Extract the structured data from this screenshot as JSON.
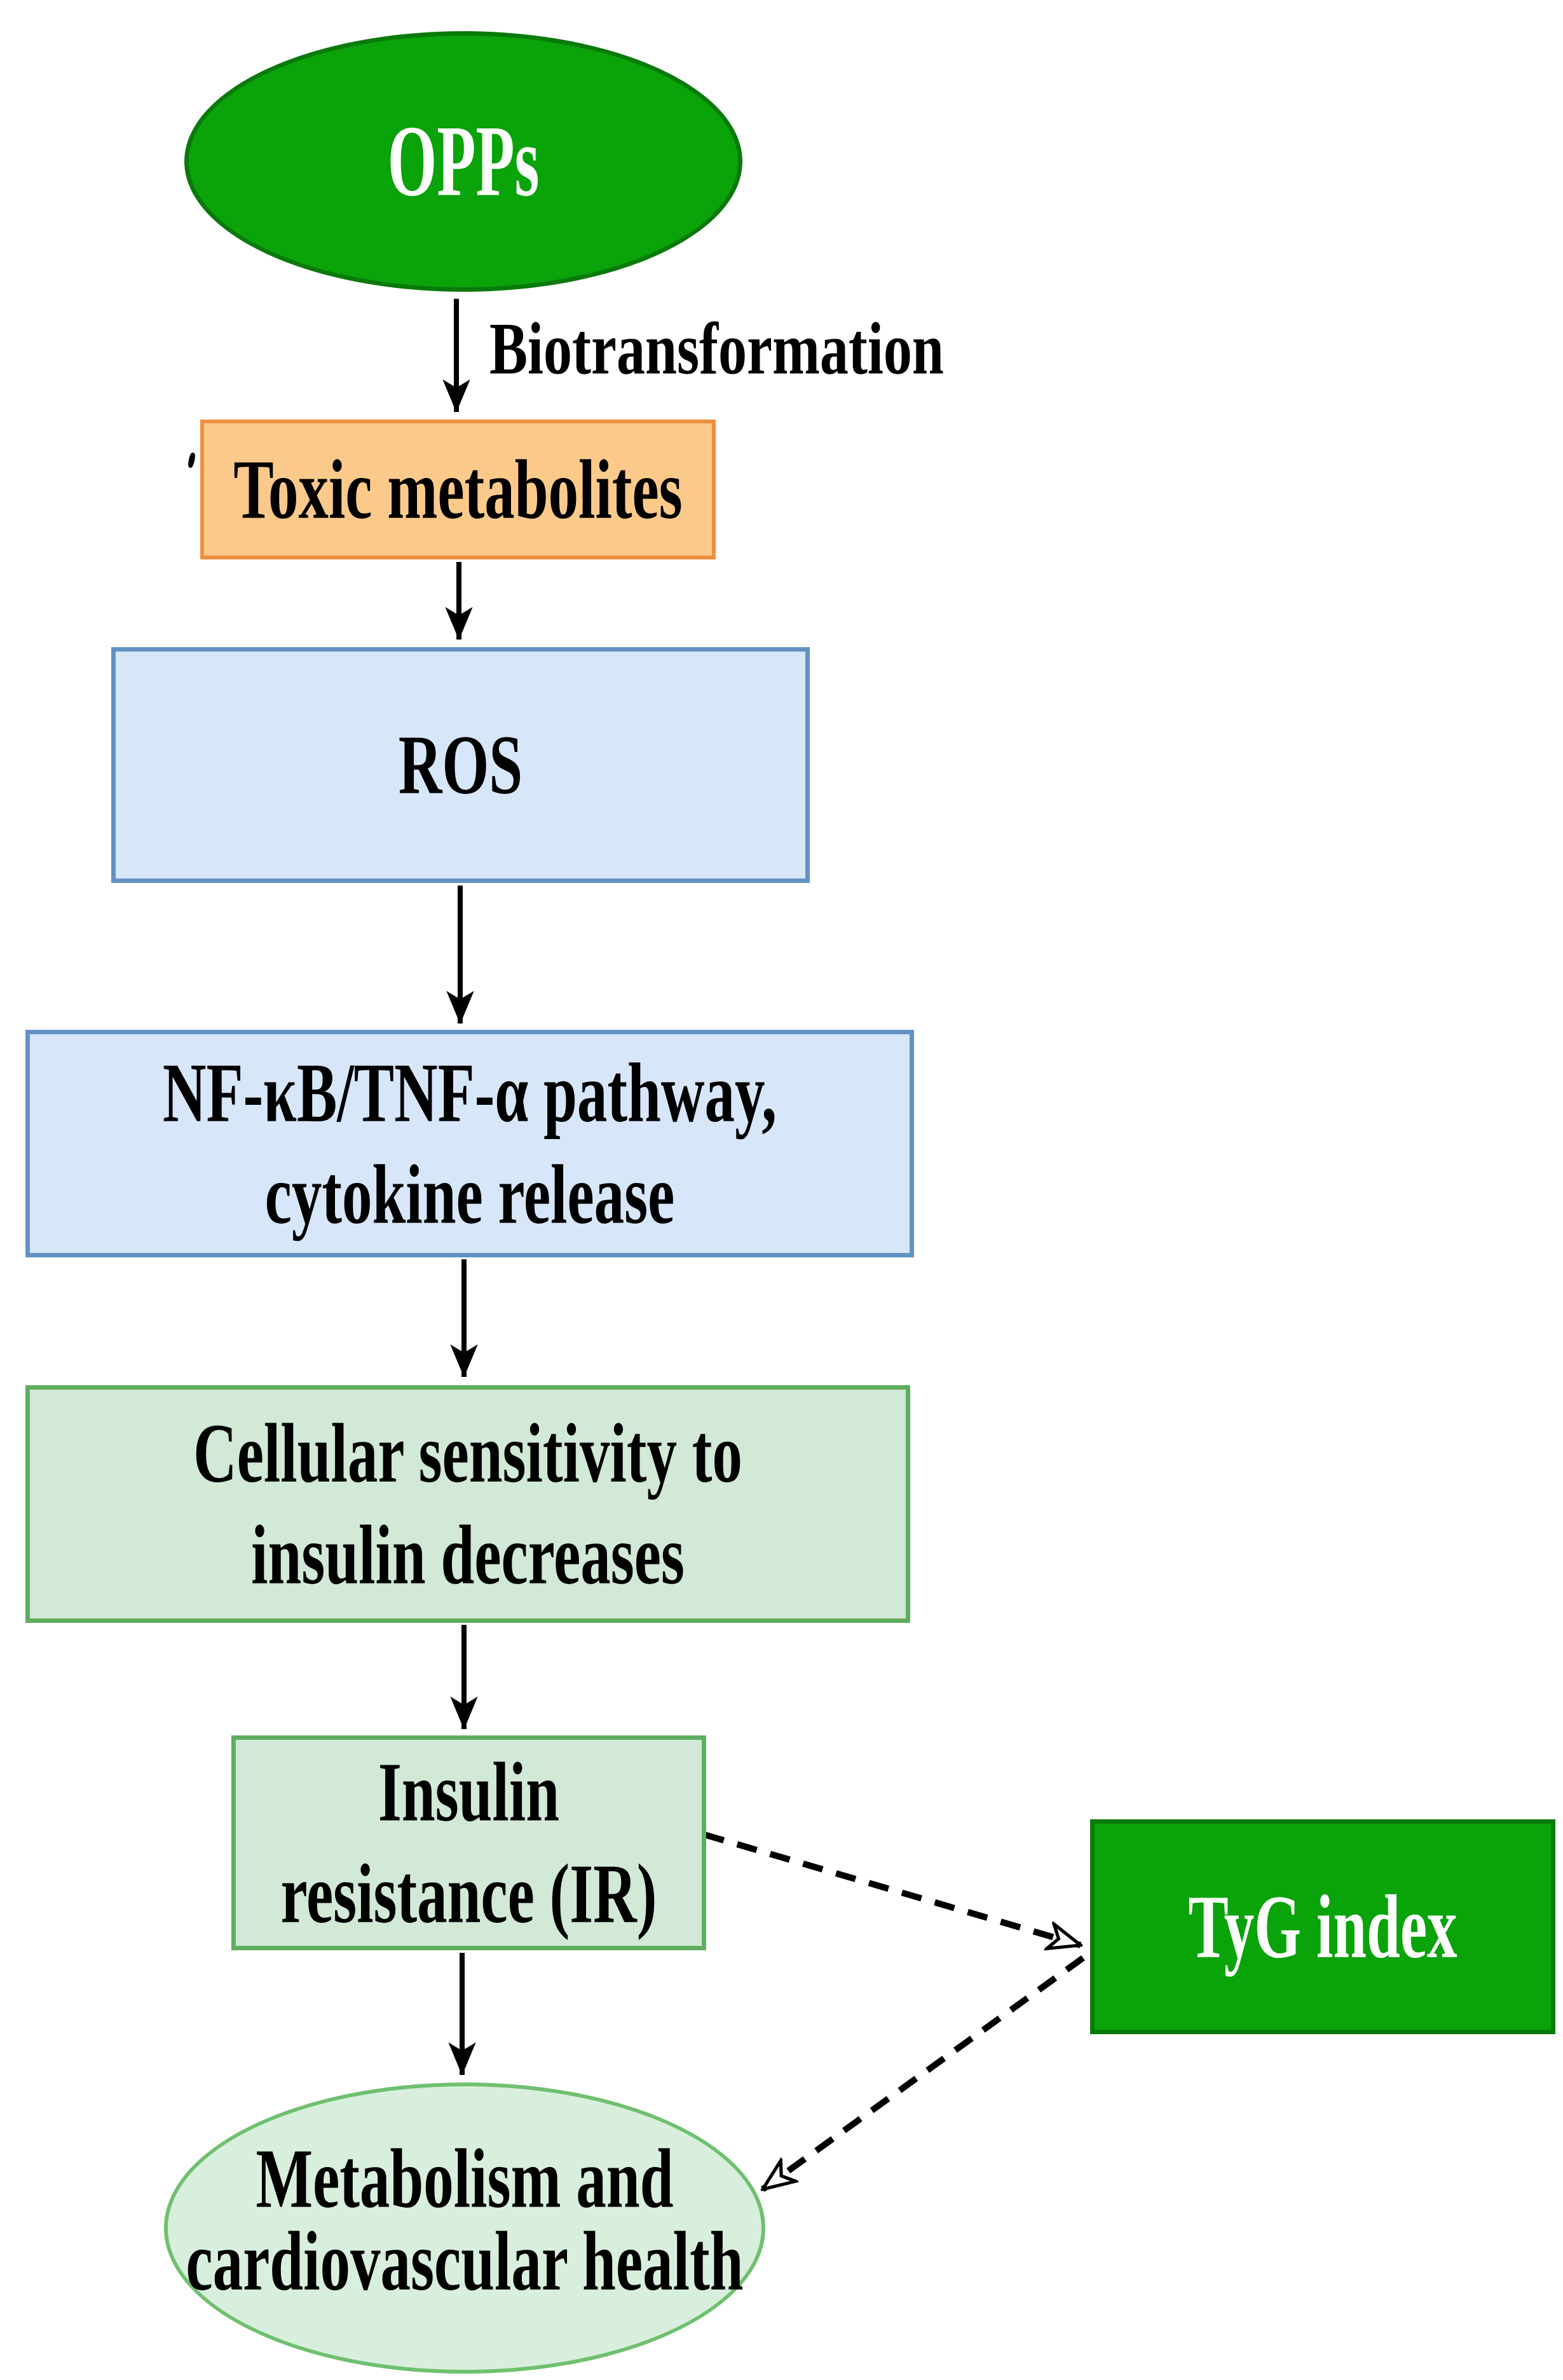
{
  "figure_type": "flowchart",
  "colors": {
    "background": "#ffffff",
    "text": "#000000",
    "connector": "#000000",
    "strong-green-fill": "#0aa30a",
    "strong-green-border": "#0a7a0a",
    "orange-fill": "#fbca8b",
    "orange-border": "#ee8f3f",
    "blue-fill": "#d7e7f9",
    "blue-border": "#6292c4",
    "soft-green-fill": "#d1e9d6",
    "soft-green-border": "#5fae5f",
    "ellipse-green-fill": "#d9efdd",
    "ellipse-green-border": "#6fc06f"
  },
  "nodes": {
    "opps": {
      "label": "OPPs",
      "shape": "ellipse",
      "fill": "#0aa30a",
      "text_color": "#ffffff"
    },
    "toxic": {
      "label": "Toxic metabolites",
      "shape": "rectangle",
      "fill": "#fbca8b",
      "text_color": "#000000"
    },
    "ros": {
      "label": "ROS",
      "shape": "rectangle",
      "fill": "#d7e7f9",
      "text_color": "#000000"
    },
    "nfkb": {
      "line1": "NF-κB/TNF-α pathway,",
      "line2": "cytokine release",
      "shape": "rectangle",
      "fill": "#d7e7f9",
      "text_color": "#000000"
    },
    "cellular": {
      "line1": "Cellular sensitivity to",
      "line2": "insulin decreases",
      "shape": "rectangle",
      "fill": "#d1e9d6",
      "text_color": "#000000"
    },
    "insulin": {
      "line1": "Insulin",
      "line2": "resistance (IR)",
      "shape": "rectangle",
      "fill": "#d1e9d6",
      "text_color": "#000000"
    },
    "metabolism": {
      "line1": "Metabolism and",
      "line2": "cardiovascular health",
      "shape": "ellipse",
      "fill": "#d9efdd",
      "text_color": "#000000"
    },
    "tyg": {
      "label": "TyG index",
      "shape": "rectangle",
      "fill": "#0aa30a",
      "text_color": "#ffffff"
    }
  },
  "edges": [
    {
      "from": "OPPs",
      "to": "Toxic metabolites",
      "style": "solid-arrow",
      "label": "Biotransformation"
    },
    {
      "from": "Toxic metabolites",
      "to": "ROS",
      "style": "solid-arrow"
    },
    {
      "from": "ROS",
      "to": "NF-κB/TNF-α pathway, cytokine release",
      "style": "solid-arrow"
    },
    {
      "from": "NF-κB/TNF-α pathway, cytokine release",
      "to": "Cellular sensitivity to insulin decreases",
      "style": "solid-arrow"
    },
    {
      "from": "Cellular sensitivity to insulin decreases",
      "to": "Insulin resistance (IR)",
      "style": "solid-arrow"
    },
    {
      "from": "Insulin resistance (IR)",
      "to": "Metabolism and cardiovascular health",
      "style": "solid-arrow"
    },
    {
      "from": "Insulin resistance (IR)",
      "to": "TyG index",
      "style": "dashed-open-arrow"
    },
    {
      "from": "TyG index",
      "to": "Metabolism and cardiovascular health",
      "style": "dashed-open-arrow"
    }
  ]
}
